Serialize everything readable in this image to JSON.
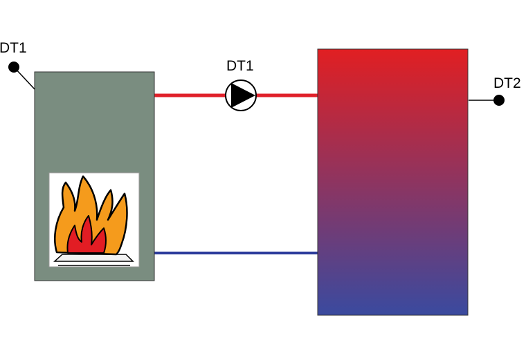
{
  "labels": {
    "boiler_sensor": "DT1",
    "pump_sensor": "DT1",
    "tank_sensor": "DT2"
  },
  "colors": {
    "boiler_body": "#7a8d80",
    "flow_pipe_hot": "#e0202a",
    "return_pipe_cold": "#2b3b9b",
    "tank_top": "#e11f22",
    "tank_bottom": "#3a4a9f",
    "flame_outer": "#f59b1c",
    "flame_inner": "#e21d24",
    "sensor_dot": "#000000"
  },
  "icons": {
    "pump": "pump-icon",
    "fire": "fire-icon",
    "sensor": "sensor-dot-icon"
  }
}
